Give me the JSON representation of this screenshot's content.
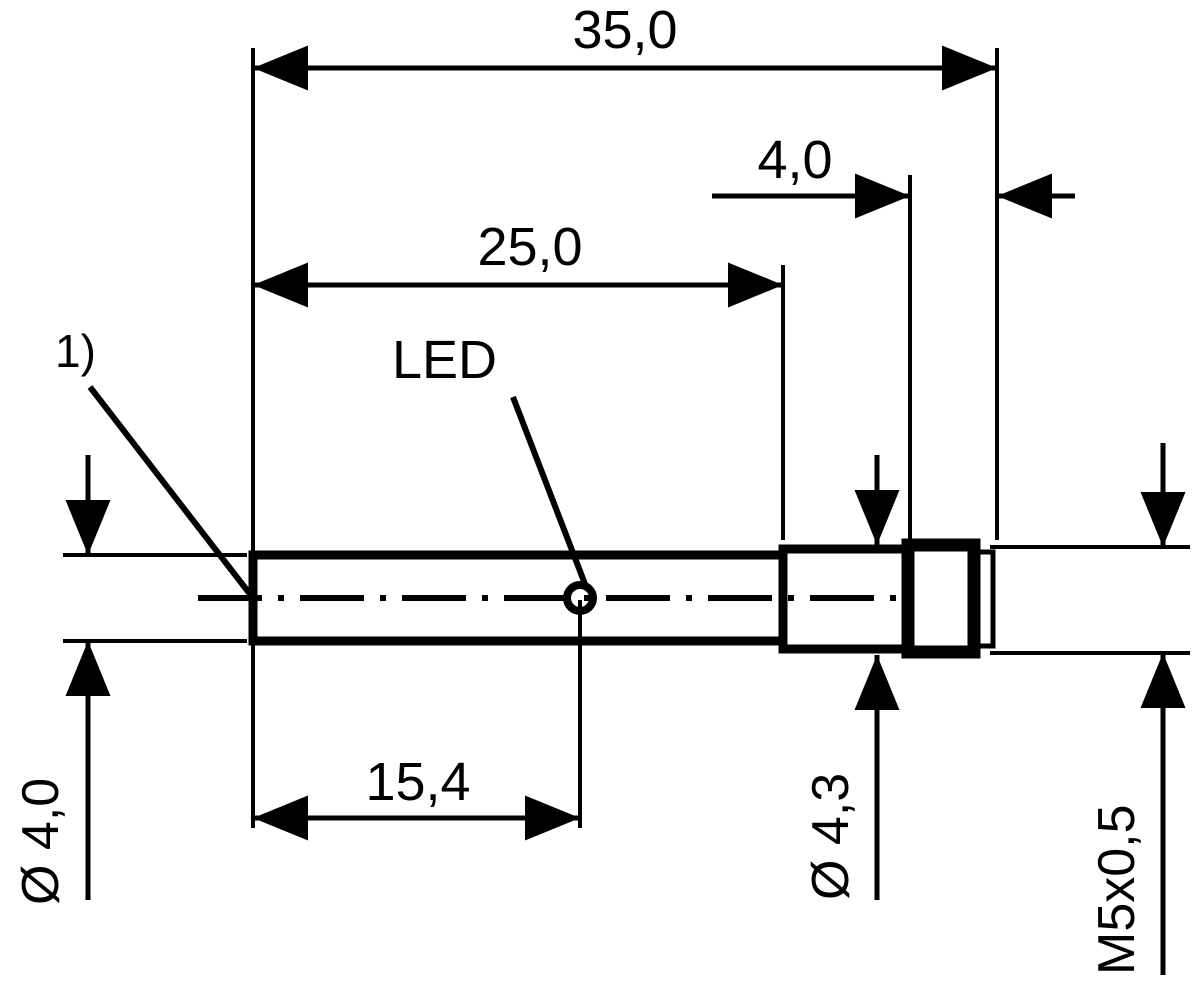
{
  "drawing": {
    "type": "mechanical-dimension-drawing",
    "subject": "cylindrical inductive proximity sensor, M5x0,5 threaded barrel",
    "background_color": "#ffffff",
    "line_color": "#000000",
    "units": "mm",
    "decimal_separator": "comma"
  },
  "dimensions": {
    "overall_length": "35,0",
    "length_to_step": "25,0",
    "thread_length": "4,0",
    "led_position": "15,4",
    "barrel_diameter": "Ø 4,0",
    "step_diameter": "Ø 4,3",
    "thread_spec": "M5x0,5"
  },
  "labels": {
    "led": "LED",
    "footnote_marker": "1)"
  },
  "values": {
    "overall_length_value": 35.0,
    "length_to_step_value": 25.0,
    "thread_length_value": 4.0,
    "led_position_value": 15.4,
    "barrel_diameter_value": 4.0,
    "step_diameter_value": 4.3,
    "thread_major_diameter_value": 5.0,
    "thread_pitch_value": 0.5
  }
}
